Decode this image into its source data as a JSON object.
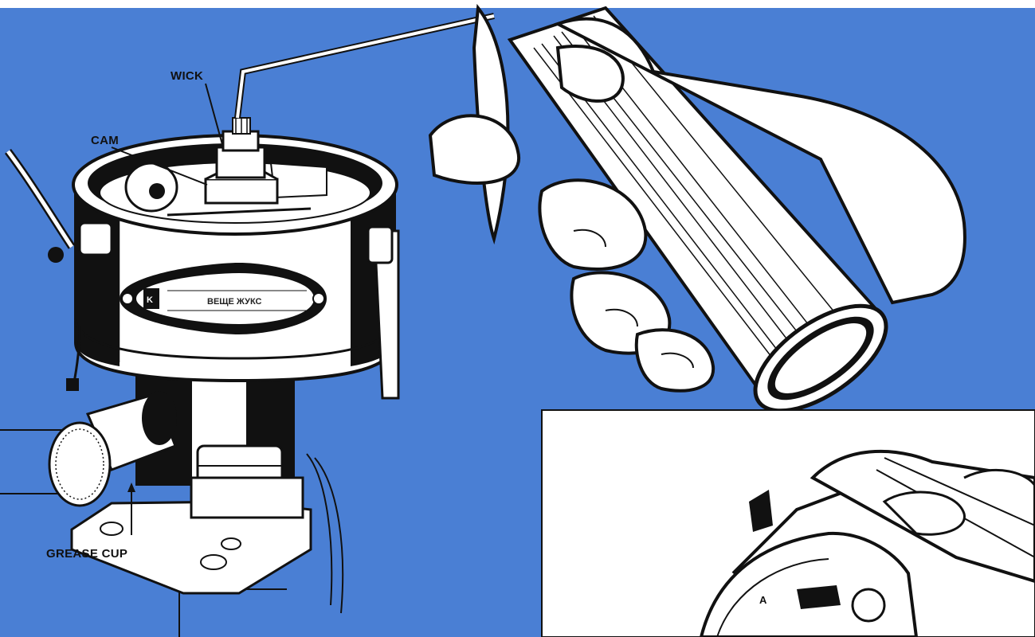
{
  "labels": {
    "wick": "WICK",
    "cam": "CAM",
    "grease_cup": "GREASE CUP"
  },
  "nameplate": {
    "badge": "K",
    "text": "ВЕЩЕ ЖУКС"
  },
  "inset": {
    "letter": "A"
  },
  "colors": {
    "background": "#4a7fd4",
    "outline": "#111111",
    "paper": "#ffffff"
  }
}
